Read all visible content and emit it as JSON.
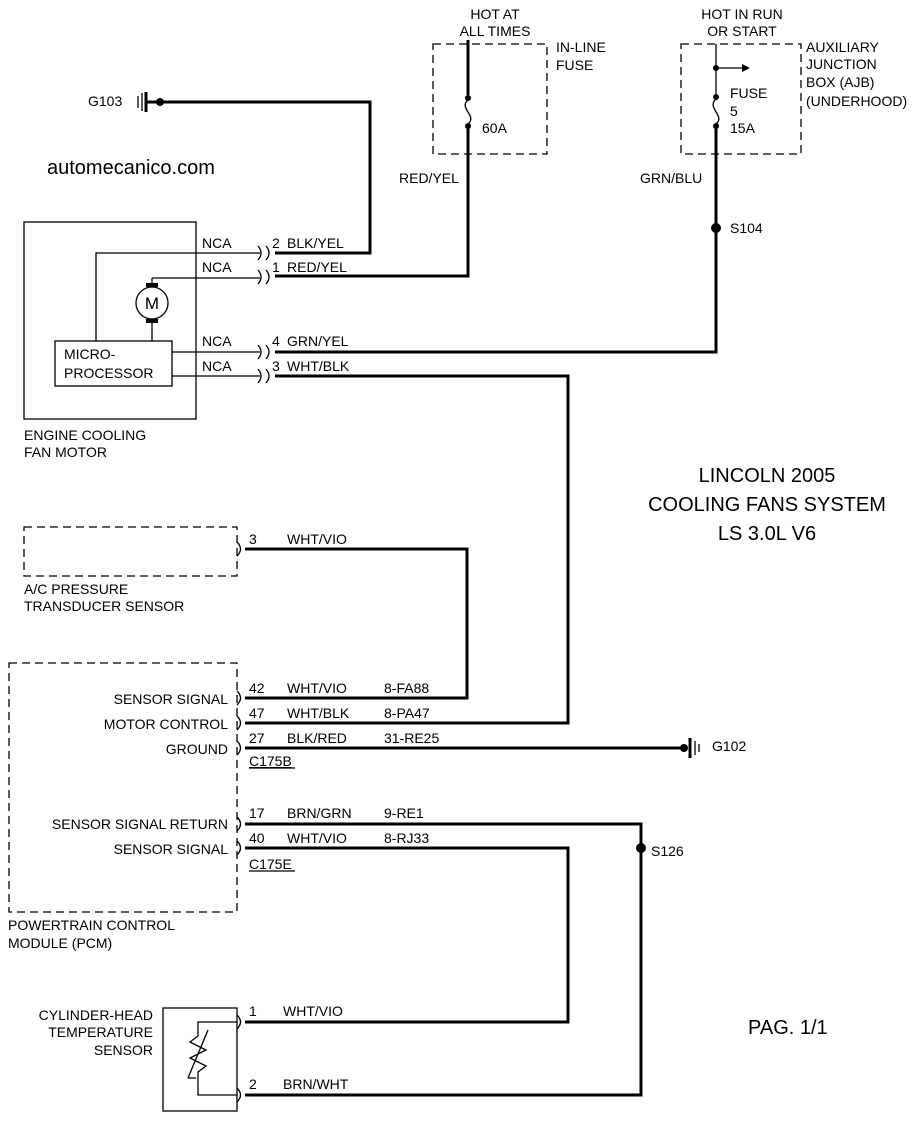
{
  "site": "automecanico.com",
  "title": {
    "line1": "LINCOLN 2005",
    "line2": "COOLING FANS SYSTEM",
    "line3": "LS 3.0L V6"
  },
  "page": "PAG. 1/1",
  "grounds": {
    "g103": "G103",
    "g102": "G102"
  },
  "hot_at_all_times": {
    "line1": "HOT AT",
    "line2": "ALL TIMES"
  },
  "inline_fuse": {
    "line1": "IN-LINE",
    "line2": "FUSE",
    "rating": "60A"
  },
  "hot_in_run": {
    "line1": "HOT IN RUN",
    "line2": "OR START"
  },
  "ajb": {
    "line1": "AUXILIARY",
    "line2": "JUNCTION",
    "line3": "BOX (AJB)",
    "line4": "(UNDERHOOD)",
    "fuse_label": "FUSE",
    "fuse_number": "5",
    "fuse_rating": "15A"
  },
  "splices": {
    "s104": "S104",
    "s126": "S126"
  },
  "fan_motor": {
    "label_line1": "ENGINE COOLING",
    "label_line2": "FAN MOTOR",
    "motor_symbol": "M",
    "micro_line1": "MICRO-",
    "micro_line2": "PROCESSOR",
    "pins": [
      {
        "nca": "NCA",
        "pin": "2",
        "color": "BLK/YEL"
      },
      {
        "nca": "NCA",
        "pin": "1",
        "color": "RED/YEL"
      },
      {
        "nca": "NCA",
        "pin": "4",
        "color": "GRN/YEL"
      },
      {
        "nca": "NCA",
        "pin": "3",
        "color": "WHT/BLK"
      }
    ]
  },
  "wire_labels": {
    "red_yel": "RED/YEL",
    "grn_blu": "GRN/BLU"
  },
  "ac_sensor": {
    "label_line1": "A/C PRESSURE",
    "label_line2": "TRANSDUCER SENSOR",
    "pin": "3",
    "color": "WHT/VIO"
  },
  "pcm": {
    "label_line1": "POWERTRAIN CONTROL",
    "label_line2": "MODULE (PCM)",
    "connector_b": "C175B",
    "connector_e": "C175E",
    "pins": [
      {
        "name": "SENSOR SIGNAL",
        "pin": "42",
        "color": "WHT/VIO",
        "circuit": "8-FA88"
      },
      {
        "name": "MOTOR CONTROL",
        "pin": "47",
        "color": "WHT/BLK",
        "circuit": "8-PA47"
      },
      {
        "name": "GROUND",
        "pin": "27",
        "color": "BLK/RED",
        "circuit": "31-RE25"
      },
      {
        "name": "SENSOR SIGNAL RETURN",
        "pin": "17",
        "color": "BRN/GRN",
        "circuit": "9-RE1"
      },
      {
        "name": "SENSOR SIGNAL",
        "pin": "40",
        "color": "WHT/VIO",
        "circuit": "8-RJ33"
      }
    ]
  },
  "cht_sensor": {
    "label_line1": "CYLINDER-HEAD",
    "label_line2": "TEMPERATURE",
    "label_line3": "SENSOR",
    "pins": [
      {
        "pin": "1",
        "color": "WHT/VIO"
      },
      {
        "pin": "2",
        "color": "BRN/WHT"
      }
    ]
  }
}
